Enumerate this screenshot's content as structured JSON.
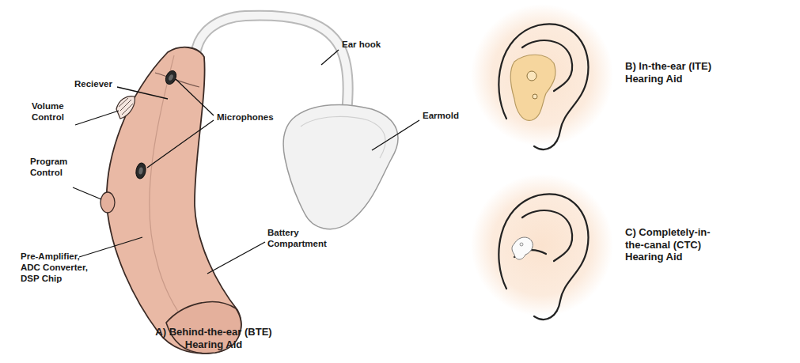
{
  "diagram": {
    "labels": [
      "Reciever",
      "Volume Control",
      "Program Control",
      "Pre-Amplifier, ADC Converter, DSP Chip",
      "Microphones",
      "Ear hook",
      "Earmold",
      "Battery Compartment",
      "A) Behind-the-ear (BTE) Hearing Aid",
      "B) In-the-ear (ITE) Hearing Aid",
      "C) Completely-in-the-canal (CTC) Hearing Aid"
    ]
  }
}
